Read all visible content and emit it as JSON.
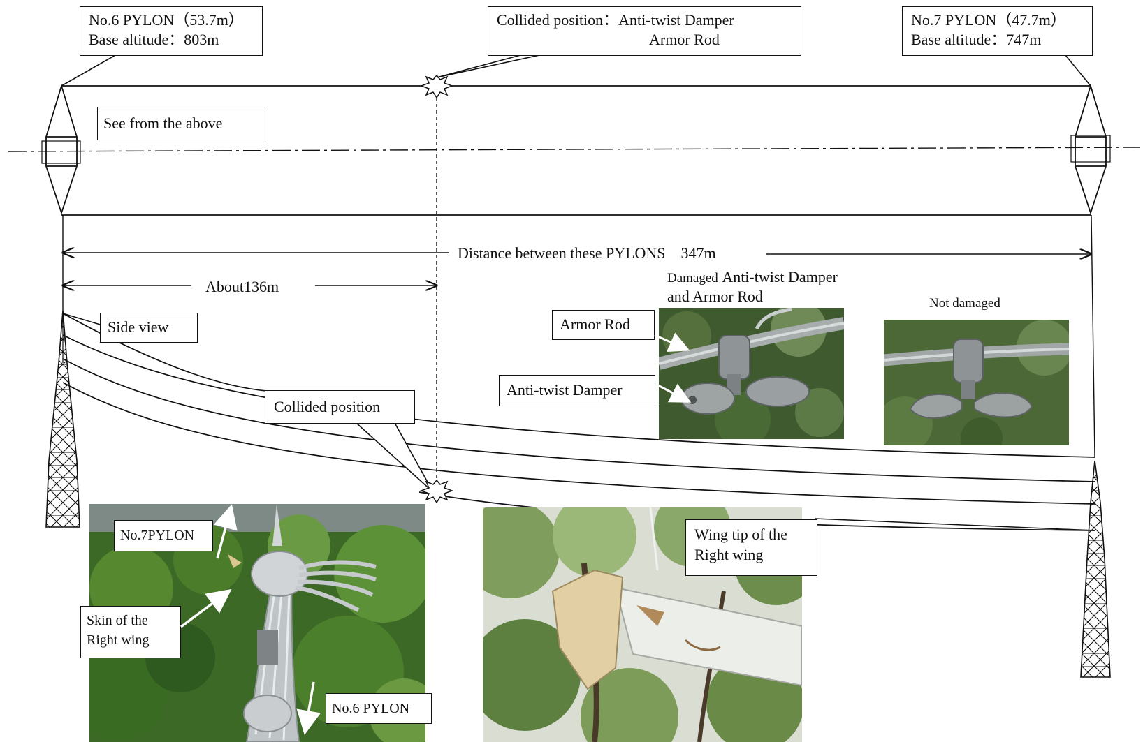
{
  "pylon6": {
    "name_line": "No.6 PYLON（53.7m）",
    "altitude_line": "Base altitude：803m"
  },
  "pylon7": {
    "name_line": "No.7 PYLON（47.7m）",
    "altitude_line": "Base altitude：747m"
  },
  "collided_top": {
    "line1": "Collided position：Anti-twist Damper",
    "line2": "Armor Rod"
  },
  "view_above_label": "See from the above",
  "side_view_label": "Side view",
  "distance_label": "Distance between these PYLONS　347m",
  "partial_distance_label": "About136m",
  "damaged_caption": {
    "line1_small": "Damaged",
    "line1_big": "Anti-twist  Damper",
    "line2": "and Armor Rod"
  },
  "not_damaged_caption": "Not damaged",
  "armor_rod_label": "Armor Rod",
  "anti_twist_label": "Anti-twist Damper",
  "collided_side_label": "Collided position",
  "photo1": {
    "no7_label": "No.7PYLON",
    "skin_line1": "Skin of the",
    "skin_line2": "Right wing",
    "no6_label": "No.6 PYLON"
  },
  "photo2": {
    "tip_line1": "Wing tip of the",
    "tip_line2": "Right wing"
  },
  "colors": {
    "line": "#111111",
    "foliage_dark": "#2f5a1f",
    "foliage_mid": "#4f7c33",
    "cable": "#b8bcbf",
    "wing": "#e8eae6",
    "skin": "#d8c59a"
  }
}
